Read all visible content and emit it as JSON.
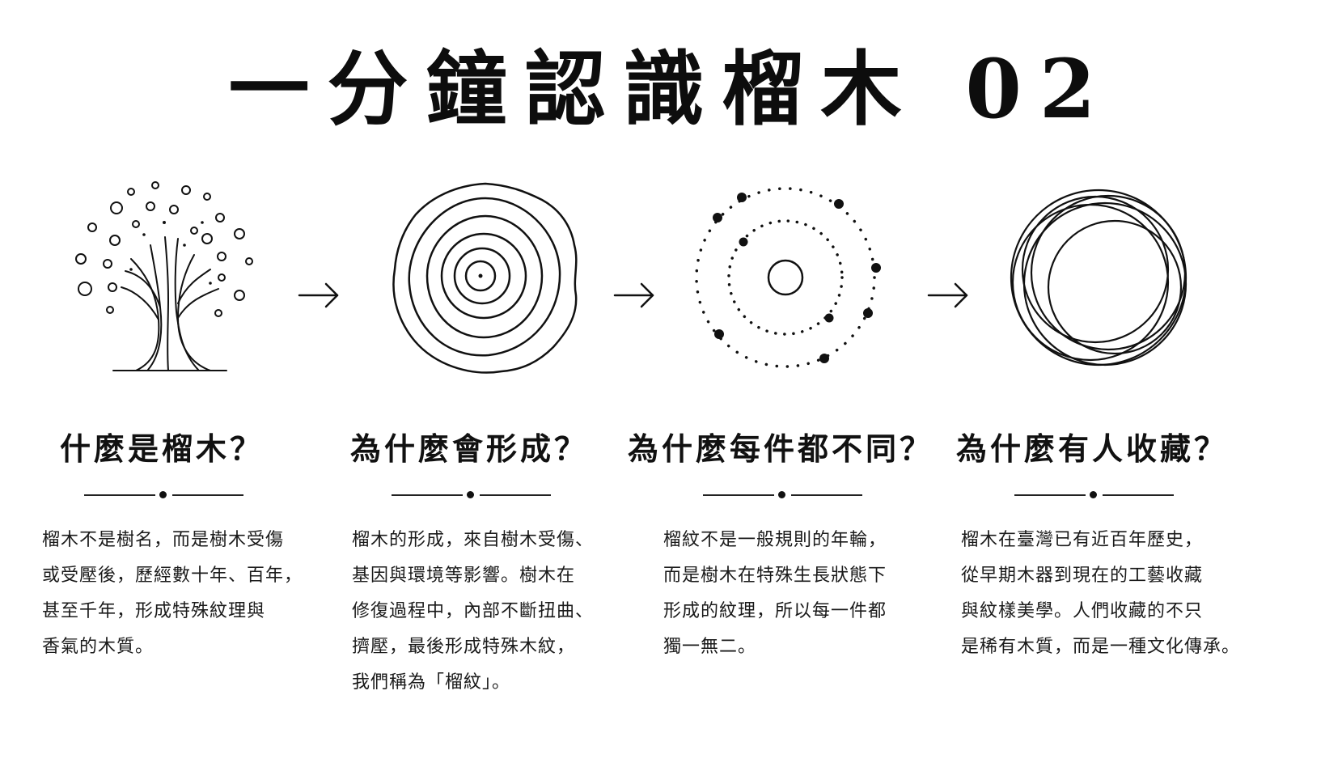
{
  "title": "一分鐘認識榴木 02",
  "arrow_glyph": "→",
  "sections": [
    {
      "heading": "什麼是榴木？",
      "lines": [
        "榴木不是樹名，而是樹木受傷",
        "或受壓後，歷經數十年、百年，",
        "甚至千年，形成特殊紋理與",
        "香氣的木質。"
      ]
    },
    {
      "heading": "為什麼會形成？",
      "lines": [
        "榴木的形成，來自樹木受傷、",
        "基因與環境等影響。樹木在",
        "修復過程中，內部不斷扭曲、",
        "擠壓，最後形成特殊木紋，",
        "我們稱為「榴紋」。"
      ]
    },
    {
      "heading": "為什麼每件都不同？",
      "lines": [
        "榴紋不是一般規則的年輪，",
        "而是樹木在特殊生長狀態下",
        "形成的紋理，所以每一件都",
        "獨一無二。"
      ]
    },
    {
      "heading": "為什麼有人收藏？",
      "lines": [
        "榴木在臺灣已有近百年歷史，",
        "從早期木器到現在的工藝收藏",
        "與紋樣美學。人們收藏的不只",
        "是稀有木質，而是一種文化傳承。"
      ]
    }
  ],
  "icons": [
    "tree-icon",
    "tree-rings-icon",
    "dotted-rings-icon",
    "overlapping-circles-icon"
  ],
  "colors": {
    "ink": "#111111",
    "background": "#ffffff"
  }
}
